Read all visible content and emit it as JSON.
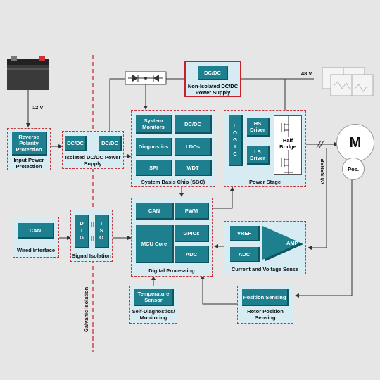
{
  "battery_12v_label": "12 V",
  "battery_48v_label": "48 V",
  "galvanic_isolation_label": "Galvanic Isolation",
  "vi_sense_label": "V/I SENSE",
  "input_protection": {
    "block": "Reverse Polarity Protection",
    "caption": "Input Power Protection"
  },
  "isolated_dcdc": {
    "left": "DC/DC",
    "right": "DC/DC",
    "caption": "Isolated DC/DC Power Supply"
  },
  "nonisolated_dcdc": {
    "block": "DC/DC",
    "caption": "Non-Isolated DC/DC Power Supply"
  },
  "sbc": {
    "system_monitors": "System Monitors",
    "dcdc": "DC/DC",
    "diagnostics": "Diagnostics",
    "ldos": "LDOs",
    "spi": "SPI",
    "wdt": "WDT",
    "caption": "System Basis Chip (SBC)"
  },
  "power_stage": {
    "logic": "LOGIC",
    "hs_driver": "HS Driver",
    "ls_driver": "LS Driver",
    "half_bridge": "Half Bridge",
    "caption": "Power Stage"
  },
  "motor": {
    "m": "M",
    "pos": "Pos."
  },
  "wired_interface": {
    "block": "CAN",
    "caption": "Wired Interface"
  },
  "signal_isolation": {
    "dig": "DIG",
    "iso": "ISO",
    "caption": "Signal Isolation"
  },
  "digital_processing": {
    "can": "CAN",
    "pwm": "PWM",
    "mcu_core": "MCU Core",
    "gpios": "GPIOs",
    "adc": "ADC",
    "caption": "Digital Processing"
  },
  "current_voltage": {
    "vref": "VREF",
    "adc": "ADC",
    "amp": "AMP",
    "caption": "Current and Voltage Sense"
  },
  "self_diag": {
    "block": "Temperature Sensor",
    "caption": "Self-Diagnostics/ Monitoring"
  },
  "rotor": {
    "block": "Position Sensing",
    "caption": "Rotor Position Sensing"
  }
}
